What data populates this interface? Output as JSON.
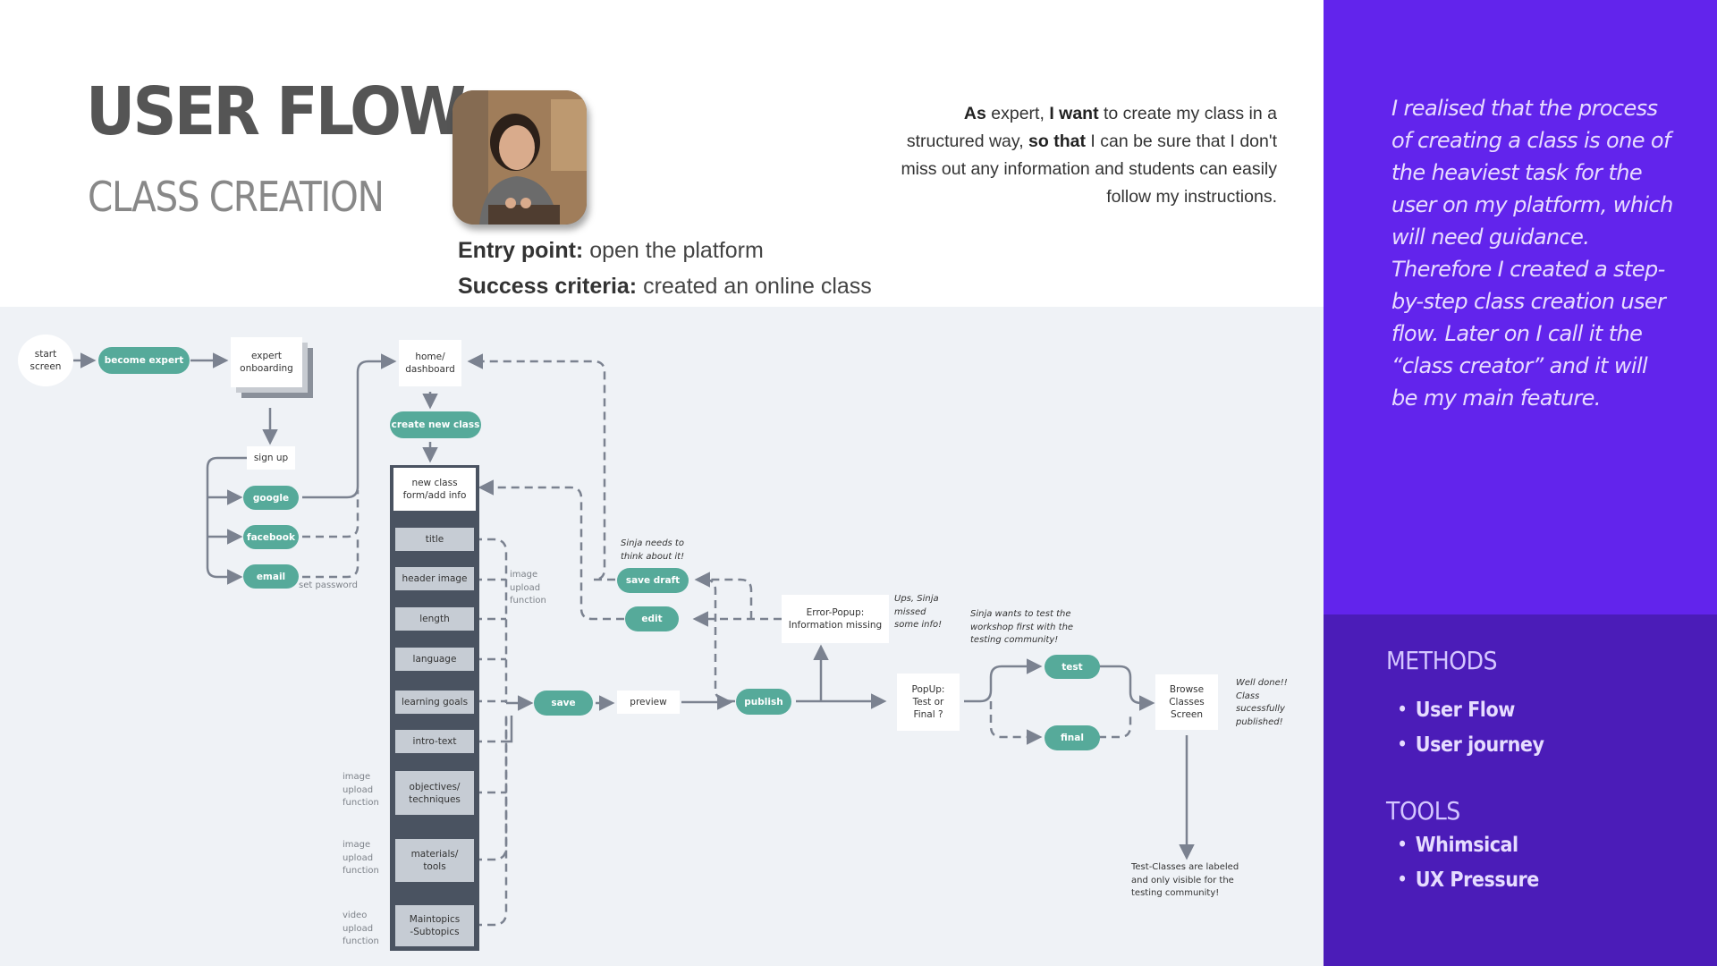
{
  "header": {
    "title": "USER FLOW",
    "subtitle": "CLASS CREATION",
    "entry_label": "Entry point:",
    "entry_value": " open the platform",
    "success_label": "Success criteria:",
    "success_value": " created an online class"
  },
  "user_story": {
    "as_label": "As",
    "as_value": "  expert, ",
    "want_label": "I want",
    "want_value": " to create my class in a structured way, ",
    "sothat_label": "so that",
    "sothat_value": " I can be sure that I don't miss out any information and students can easily follow my instructions."
  },
  "flow": {
    "start": "start\nscreen",
    "become_expert": "become expert",
    "expert_onboarding": "expert\nonboarding",
    "sign_up": "sign up",
    "google": "google",
    "facebook": "facebook",
    "email": "email",
    "set_password": "set password",
    "home": "home/\ndashboard",
    "create_new_class": "create new class",
    "new_class_form": "new class\nform/add info",
    "steps": [
      "title",
      "header image",
      "length",
      "language",
      "learning goals",
      "intro-text",
      "objectives/\ntechniques",
      "materials/\ntools",
      "Maintopics\n-Subtopics"
    ],
    "image_upload_1": "image\nupload\nfunction",
    "image_upload_2": "image\nupload\nfunction",
    "image_upload_3": "image\nupload\nfunction",
    "video_upload": "video\nupload\nfunction",
    "save": "save",
    "preview": "preview",
    "save_draft": "save draft",
    "edit": "edit",
    "publish": "publish",
    "error_popup": "Error-Popup:\nInformation missing",
    "popup_test_final": "PopUp:\nTest or\nFinal ?",
    "test": "test",
    "final": "final",
    "browse": "Browse\nClasses\nScreen",
    "note_sinja_think": "Sinja needs to\nthink about it!",
    "note_ups": "Ups, Sinja\nmissed\nsome info!",
    "note_test": "Sinja wants to test the\nworkshop first with the\ntesting community!",
    "note_well_done": "Well done!!\nClass\nsucessfully\npublished!",
    "note_test_classes": "Test-Classes are labeled\nand only visible for the\ntesting community!"
  },
  "panel": {
    "reflection": "I realised that the process of creating a class is one of the heaviest task for the user on my platform, which will need guidance. Therefore I created a step-by-step class creation user flow. Later on I call it the “class creator” and it will be my main feature.",
    "methods_heading": "METHODS",
    "methods": [
      "User Flow",
      "User journey"
    ],
    "tools_heading": "TOOLS",
    "tools": [
      "Whimsical",
      "UX Pressure"
    ]
  },
  "colors": {
    "accent_teal": "#56aa9a",
    "panel_purple": "#6224ec",
    "panel_purple_dark": "#4b1cb8",
    "diagram_bg": "#eff2f6",
    "connector": "#7b8290"
  }
}
